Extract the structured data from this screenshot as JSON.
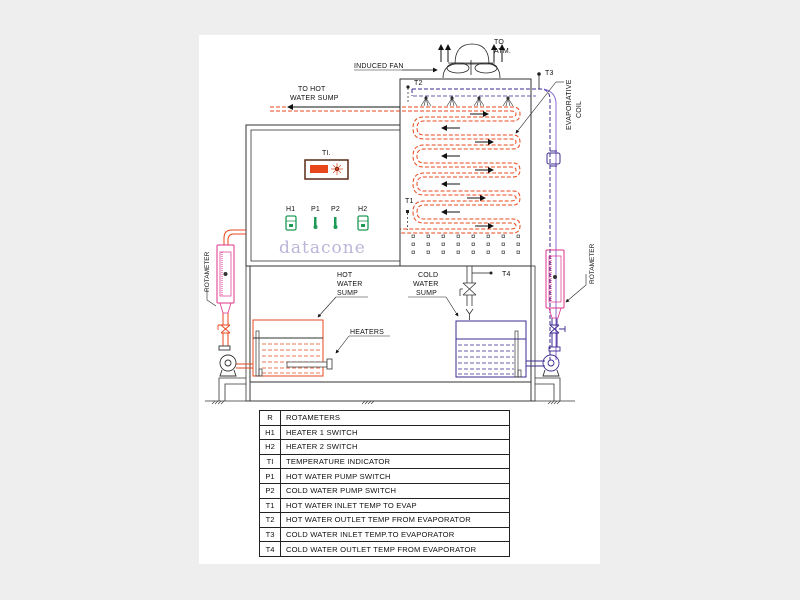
{
  "diagram": {
    "title": "Evaporative Coil Cooling Tower Schematic",
    "labels": {
      "induced_fan": "INDUCED FAN",
      "to_atm_line1": "TO",
      "to_atm_line2": "ATM.",
      "to_hot_sump_line1": "TO HOT",
      "to_hot_sump_line2": "WATER SUMP",
      "evap_coil_line1": "EVAPORATIVE",
      "evap_coil_line2": "COIL",
      "rotameter_left": "ROTAMETER",
      "rotameter_right": "ROTAMETER",
      "hot_sump_line1": "HOT",
      "hot_sump_line2": "WATER",
      "hot_sump_line3": "SUMP",
      "cold_sump_line1": "COLD",
      "cold_sump_line2": "WATER",
      "cold_sump_line3": "SUMP",
      "heaters": "HEATERS",
      "t1": "T1",
      "t2": "T2",
      "t3": "T3",
      "t4": "T4",
      "ti": "TI.",
      "h1": "H1",
      "p1": "P1",
      "p2": "P2",
      "h2": "H2",
      "brand": "datacone"
    },
    "colors": {
      "hot_water": "#e8471c",
      "cold_water": "#3b2a8f",
      "rotameter": "#e0308a",
      "switch": "#1d9a55",
      "brand": "#b9b6d8",
      "line": "#222222"
    }
  },
  "legend": {
    "rows": [
      {
        "code": "R",
        "description": "ROTAMETERS"
      },
      {
        "code": "H1",
        "description": "HEATER 1 SWITCH"
      },
      {
        "code": "H2",
        "description": "HEATER 2 SWITCH"
      },
      {
        "code": "TI",
        "description": "TEMPERATURE INDICATOR"
      },
      {
        "code": "P1",
        "description": "HOT WATER PUMP SWITCH"
      },
      {
        "code": "P2",
        "description": "COLD WATER PUMP SWITCH"
      },
      {
        "code": "T1",
        "description": "HOT WATER INLET TEMP  TO EVAP"
      },
      {
        "code": "T2",
        "description": "HOT WATER OUTLET TEMP FROM EVAPORATOR"
      },
      {
        "code": "T3",
        "description": "COLD WATER INLET TEMP.TO EVAPORATOR"
      },
      {
        "code": "T4",
        "description": "COLD WATER OUTLET TEMP  FROM EVAPORATOR"
      }
    ]
  }
}
